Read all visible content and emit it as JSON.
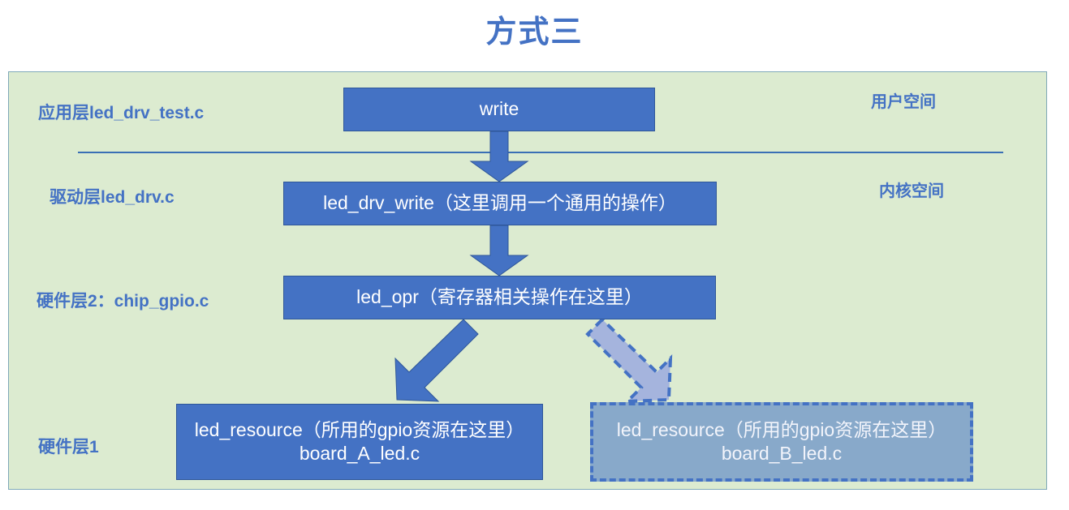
{
  "page": {
    "title": "方式三"
  },
  "colors": {
    "title": "#4472C4",
    "canvas_background": "#DCEBD0",
    "canvas_border": "#7FA9B8",
    "box_fill": "#4472C4",
    "box_text": "#FFFFFF",
    "label_text": "#4472C4",
    "divider": "#3A6FB5",
    "dashed_box_fill": "#9BAADF",
    "dashed_box_border": "#4472C4"
  },
  "layer_labels": [
    {
      "id": "app-layer",
      "text": "应用层led_drv_test.c"
    },
    {
      "id": "driver-layer",
      "text": "驱动层led_drv.c"
    },
    {
      "id": "hardware-layer2",
      "text": "硬件层2：chip_gpio.c"
    },
    {
      "id": "hardware-layer1",
      "text": "硬件层1"
    }
  ],
  "space_labels": [
    {
      "id": "user-space",
      "text": "用户空间"
    },
    {
      "id": "kernel-space",
      "text": "内核空间"
    }
  ],
  "boxes": [
    {
      "id": "write",
      "text": "write",
      "style": "solid"
    },
    {
      "id": "drv-write",
      "text": "led_drv_write（这里调用一个通用的操作）",
      "style": "solid"
    },
    {
      "id": "led-opr",
      "text": "led_opr（寄存器相关操作在这里）",
      "style": "solid"
    },
    {
      "id": "board-a",
      "line1": "led_resource（所用的gpio资源在这里）",
      "line2": "board_A_led.c",
      "style": "solid"
    },
    {
      "id": "board-b",
      "line1": "led_resource（所用的gpio资源在这里）",
      "line2": "board_B_led.c",
      "style": "dashed"
    }
  ],
  "arrows": [
    {
      "id": "write-to-drv-write",
      "from": "write",
      "to": "drv-write",
      "style": "solid",
      "direction": "down"
    },
    {
      "id": "drv-write-to-led-opr",
      "from": "drv-write",
      "to": "led-opr",
      "style": "solid",
      "direction": "down"
    },
    {
      "id": "led-opr-to-board-a",
      "from": "led-opr",
      "to": "board-a",
      "style": "solid",
      "direction": "down-left"
    },
    {
      "id": "led-opr-to-board-b",
      "from": "led-opr",
      "to": "board-b",
      "style": "dashed",
      "direction": "down-right"
    }
  ]
}
